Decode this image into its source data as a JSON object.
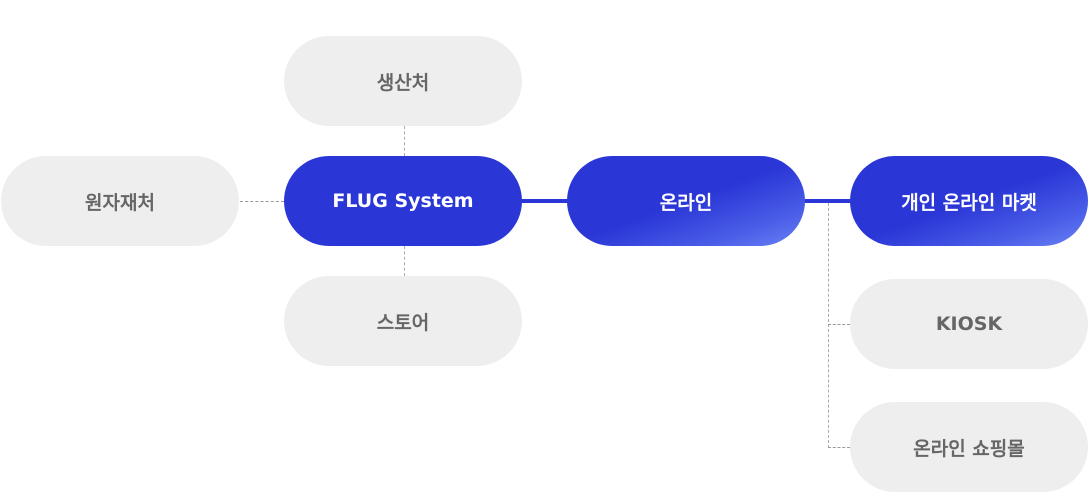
{
  "diagram": {
    "nodes": {
      "producer": "생산처",
      "raw_material": "원자재처",
      "core": "FLUG System",
      "store": "스토어",
      "online": "온라인",
      "personal_market": "개인 온라인 마켓",
      "kiosk": "KIOSK",
      "online_mall": "온라인 쇼핑몰"
    },
    "edges": [
      {
        "from": "생산처",
        "to": "FLUG System",
        "style": "dotted"
      },
      {
        "from": "원자재처",
        "to": "FLUG System",
        "style": "dotted"
      },
      {
        "from": "FLUG System",
        "to": "스토어",
        "style": "dotted"
      },
      {
        "from": "FLUG System",
        "to": "온라인",
        "style": "solid"
      },
      {
        "from": "온라인",
        "to": "개인 온라인 마켓",
        "style": "solid"
      },
      {
        "from": "온라인",
        "to": "KIOSK",
        "style": "dotted"
      },
      {
        "from": "온라인",
        "to": "온라인 쇼핑몰",
        "style": "dotted"
      }
    ],
    "colors": {
      "primary": "#2a36d6",
      "secondary_fill": "#eeeeee",
      "secondary_text": "#666666"
    }
  }
}
